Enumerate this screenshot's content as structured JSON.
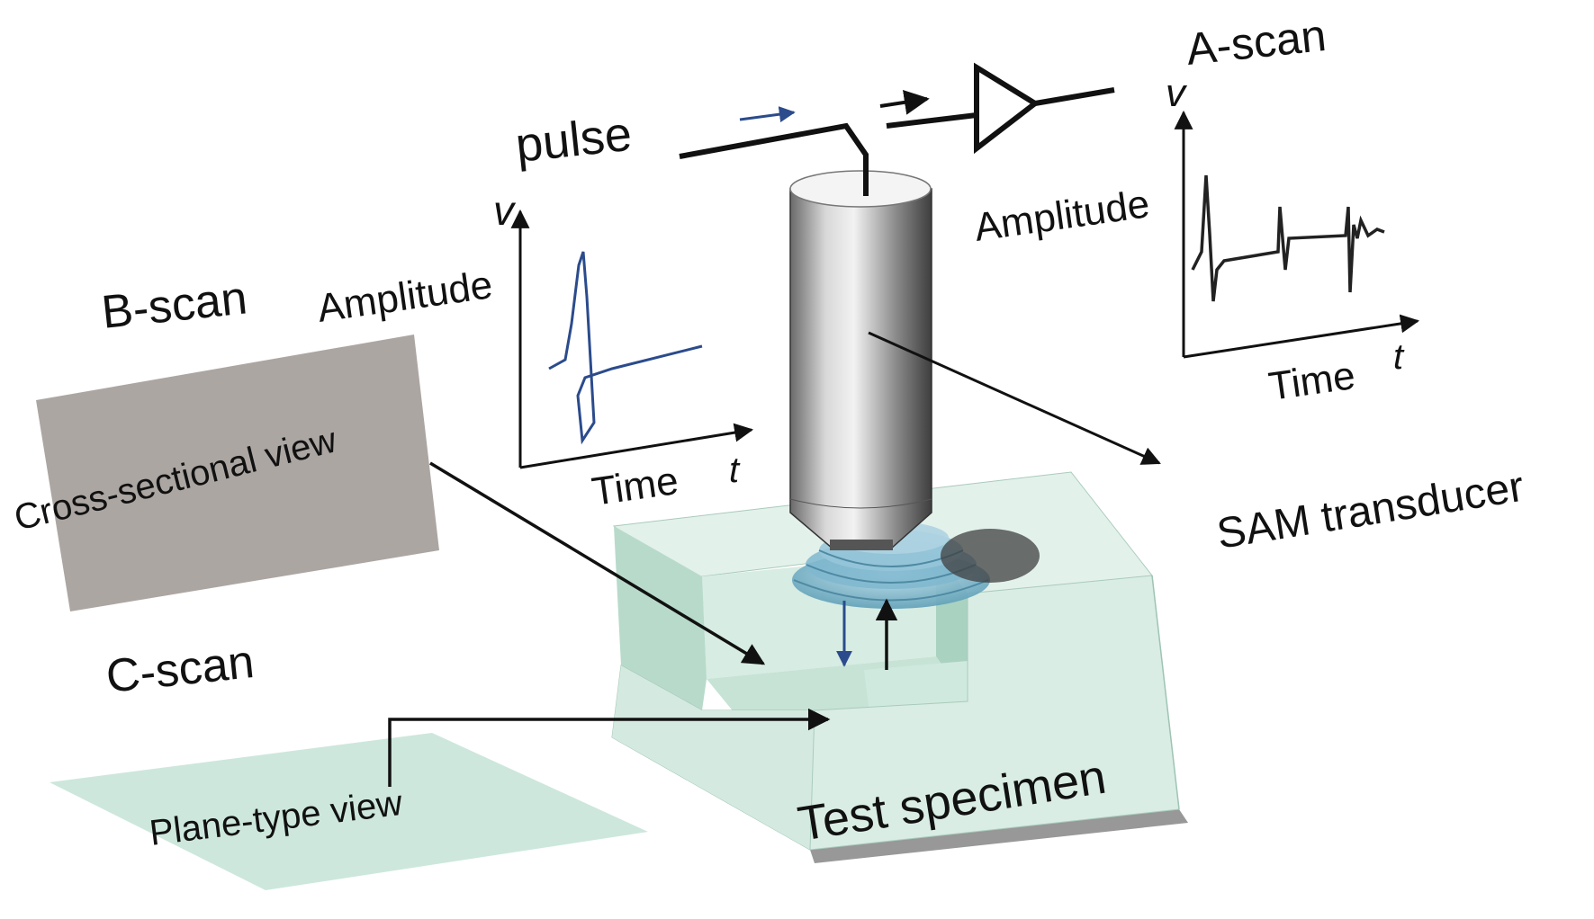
{
  "labels": {
    "a_scan": "A-scan",
    "b_scan": "B-scan",
    "c_scan": "C-scan",
    "pulse": "pulse",
    "amplitude_pulse": "Amplitude",
    "amplitude_ascan": "Amplitude",
    "time_pulse": "Time",
    "time_ascan": "Time",
    "v_pulse": "v",
    "v_ascan": "v",
    "t_pulse": "t",
    "t_ascan": "t",
    "cross_sectional_view": "Cross-sectional view",
    "plane_type_view": "Plane-type view",
    "test_specimen": "Test specimen",
    "sam_transducer": "SAM transducer"
  },
  "colors": {
    "specimen_face": "#cfe6dc",
    "specimen_side": "#b7d8ca",
    "specimen_top": "#e3f1eb",
    "bscan_panel": "#aca6a3",
    "cscan_plane": "#cde7dc",
    "pulse_signal": "#2b4b8c",
    "wave": "#7fb7cf"
  }
}
